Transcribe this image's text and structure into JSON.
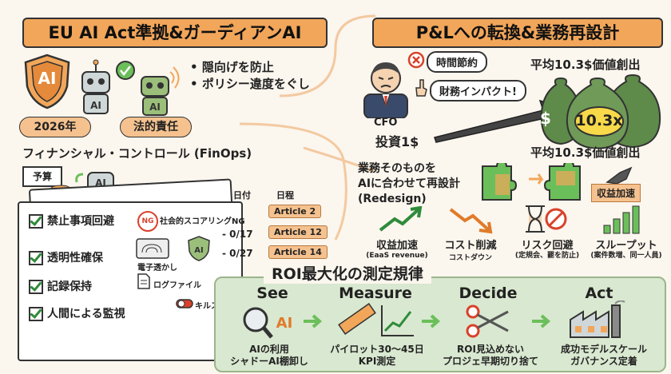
{
  "left": {
    "title": "EU AI Act準拠&ガーディアンAI",
    "shield_text": "AI",
    "bullets": [
      "隠向げを防止",
      "ポリシー違度をぐし"
    ],
    "tags": [
      "2026年",
      "法的責任"
    ],
    "finops": "フィナンシャル・コントロール (FinOps)",
    "budget": "予算",
    "checklist": [
      "禁止事項回避",
      "透明性確保",
      "記録保持",
      "人間による監視"
    ],
    "ng_badge": "NG",
    "ng_text": "社会的スコアリングNG",
    "watermark": "電子透かし",
    "logfile": "ログファイル",
    "killswitch": "キルスイッチ",
    "col_date": "日付",
    "col_schedule": "日程",
    "dates": [
      "",
      "- 0/17",
      "- 0/27"
    ],
    "articles": [
      "Article 2",
      "Article 12",
      "Article 14"
    ]
  },
  "right": {
    "title": "P&Lへの転換&業務再設計",
    "bubble1": "時間節約",
    "bubble2": "財務インパクト!",
    "cfo": "CFO",
    "invest": "投資1$",
    "value_top": "平均10.3$価値創出",
    "value_bottom": "平均10.3$価値創出",
    "bag_text": "10.3x",
    "bag_dollar": "$",
    "redesign": [
      "業務そのものを",
      "AIに合わせて再設計",
      "(Redesign)"
    ],
    "revenue_tag": "収益加速",
    "outcomes": [
      {
        "label": "収益加速",
        "sub": "(EaaS revenue)"
      },
      {
        "label": "コスト削減",
        "sub": "コストダウン"
      },
      {
        "label": "リスク回避",
        "sub": "(定規会、罷を防止)"
      },
      {
        "label": "スループット",
        "sub": "(案件数増、同一人員)"
      }
    ]
  },
  "roi": {
    "title": "ROI最大化の測定規律",
    "steps": [
      {
        "title": "See",
        "cap1": "AIの利用",
        "cap2": "シャドーAI棚卸し"
      },
      {
        "title": "Measure",
        "cap1": "パイロット30～45日",
        "cap2": "KPI測定"
      },
      {
        "title": "Decide",
        "cap1": "ROI見込めない",
        "cap2": "プロジェ早期切り捨て"
      },
      {
        "title": "Act",
        "cap1": "成功モデルスケール",
        "cap2": "ガバナンス定着"
      }
    ]
  },
  "colors": {
    "accent": "#f2a65a",
    "green": "#2e8b3a",
    "panel": "#d9e8d0"
  }
}
